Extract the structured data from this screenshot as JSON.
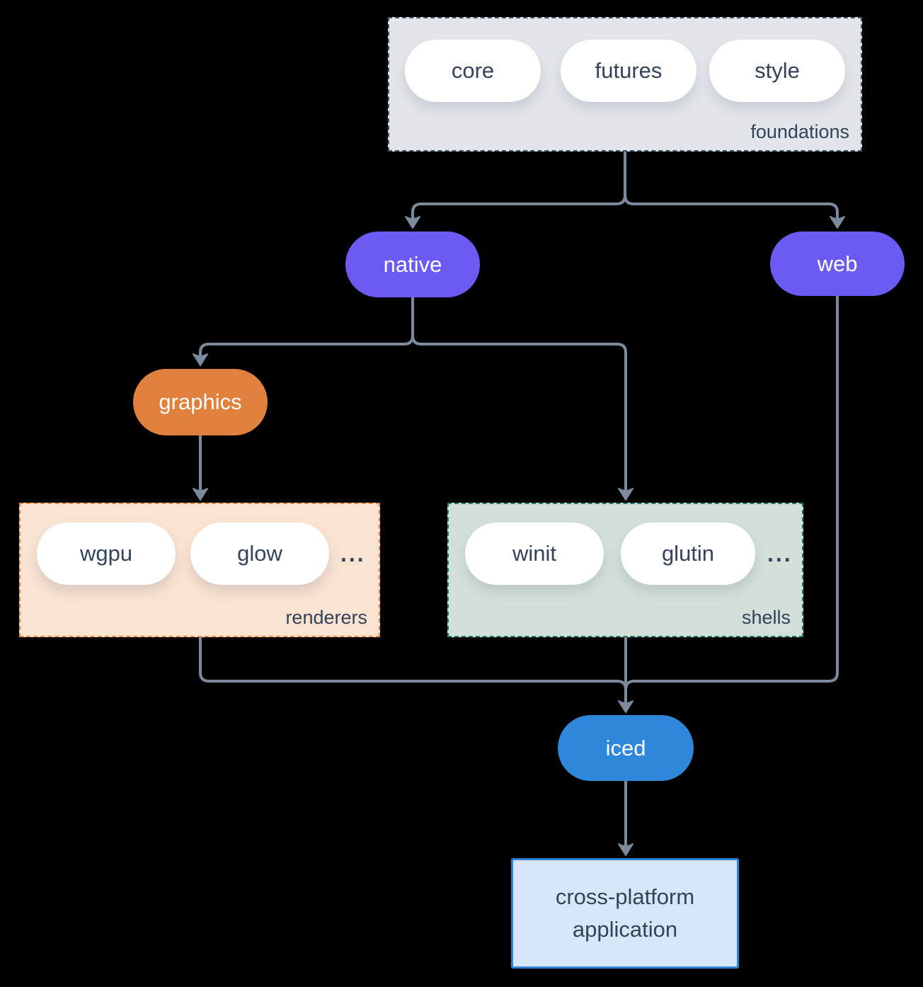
{
  "diagram": {
    "foundations": {
      "label": "foundations",
      "pills": [
        "core",
        "futures",
        "style"
      ]
    },
    "native": {
      "label": "native"
    },
    "web": {
      "label": "web"
    },
    "graphics": {
      "label": "graphics"
    },
    "renderers": {
      "label": "renderers",
      "pills": [
        "wgpu",
        "glow"
      ],
      "more": "..."
    },
    "shells": {
      "label": "shells",
      "pills": [
        "winit",
        "glutin"
      ],
      "more": "..."
    },
    "iced": {
      "label": "iced"
    },
    "application": {
      "label_line1": "cross-platform",
      "label_line2": "application"
    }
  },
  "colors": {
    "background": "#000000",
    "line": "#7b8a9c",
    "node_text_dark": "#32435a",
    "pill_white": "#ffffff",
    "purple": "#6b5bf2",
    "orange": "#e0813e",
    "blue": "#2e87da",
    "foundations_bg": "#e2e6ea",
    "foundations_border": "#44536a",
    "renderers_bg": "#fae3d1",
    "renderers_border": "#e8873c",
    "shells_bg": "#d3e0d9",
    "shells_border": "#26796a",
    "app_bg": "#d7e6f8",
    "app_border": "#2f83d6"
  }
}
